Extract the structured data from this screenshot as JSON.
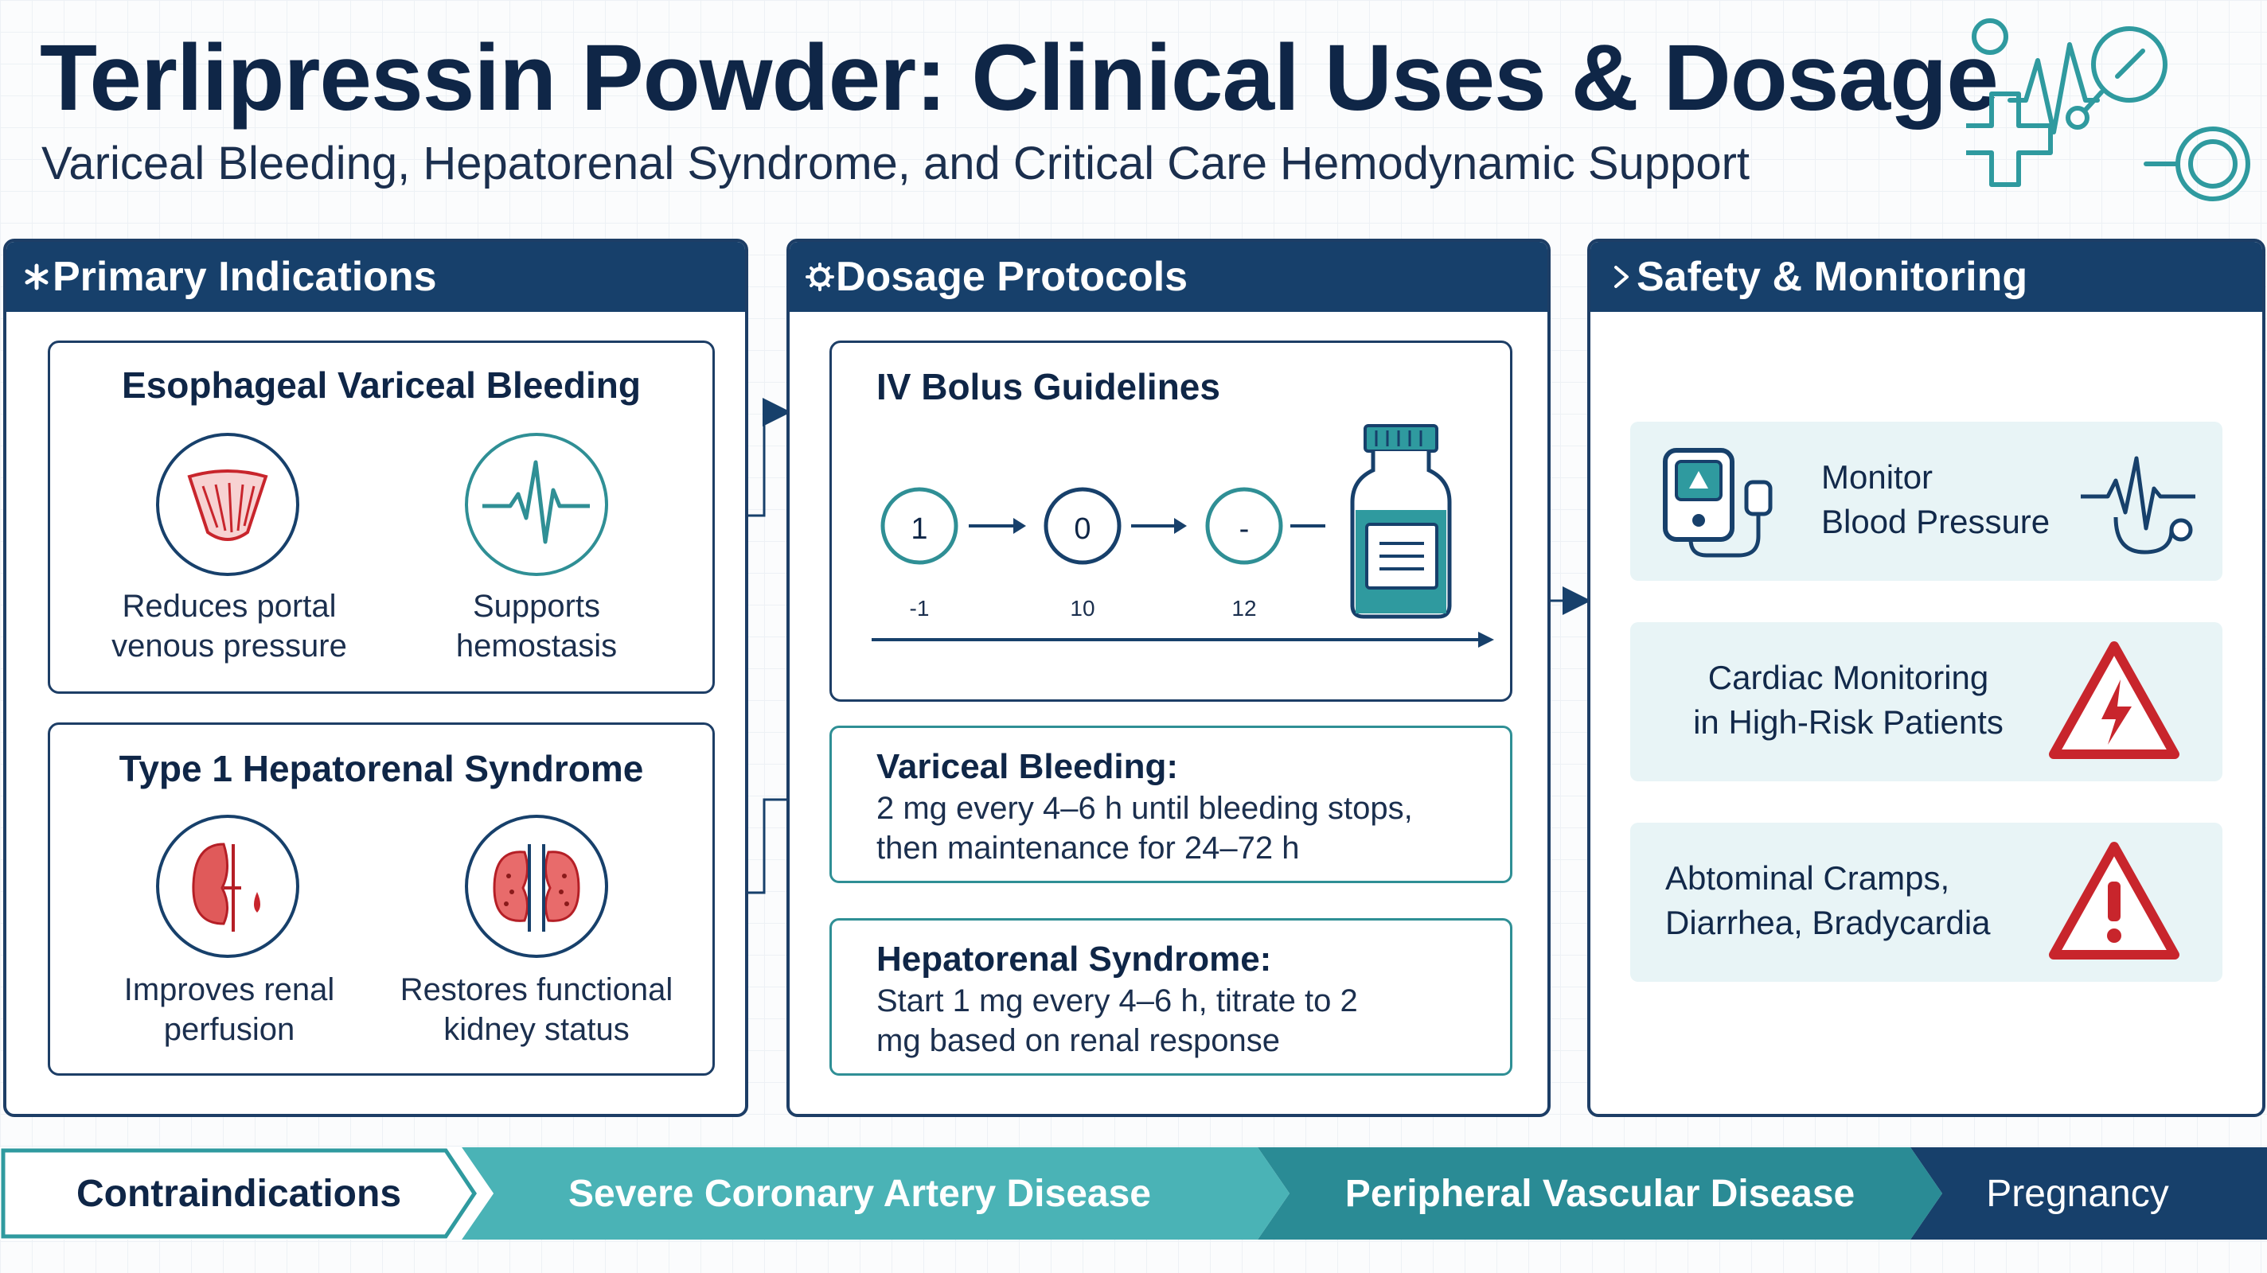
{
  "header": {
    "title": "Terlipressin Powder: Clinical Uses & Dosage",
    "subtitle": "Variceal Bleeding, Hepatorenal Syndrome, and Critical Care Hemodynamic Support"
  },
  "panels": {
    "indications": {
      "title": "Primary Indications",
      "cards": [
        {
          "title": "Esophageal Variceal Bleeding",
          "items": [
            {
              "icon": "esophagus-icon",
              "caption_line1": "Reduces portal",
              "caption_line2": "venous pressure"
            },
            {
              "icon": "heartbeat-icon",
              "caption_line1": "Supports",
              "caption_line2": "hemostasis"
            }
          ]
        },
        {
          "title": "Type 1 Hepatorenal Syndrome",
          "items": [
            {
              "icon": "kidney-drop-icon",
              "caption_line1": "Improves renal",
              "caption_line2": "perfusion"
            },
            {
              "icon": "kidneys-icon",
              "caption_line1": "Restores functional",
              "caption_line2": "kidney status"
            }
          ]
        }
      ]
    },
    "dosage": {
      "title": "Dosage Protocols",
      "bolus": {
        "title": "IV Bolus Guidelines",
        "steps": [
          {
            "label": "1",
            "sub": "-1"
          },
          {
            "label": "0",
            "sub": "10"
          },
          {
            "label": "-",
            "sub": "12"
          }
        ]
      },
      "variceal": {
        "title": "Variceal Bleeding:",
        "line1": "2 mg every 4–6 h until bleeding stops,",
        "line2": "then maintenance for 24–72 h"
      },
      "hepatorenal": {
        "title": "Hepatorenal Syndrome:",
        "line1": "Start 1 mg every 4–6 h, titrate to 2",
        "line2": "mg based on renal response"
      }
    },
    "safety": {
      "title": "Safety & Monitoring",
      "tiles": [
        {
          "icon": "bp-monitor-icon",
          "line1": "Monitor",
          "line2": "Blood Pressure"
        },
        {
          "icon": "warning-lightning-icon",
          "line1": "Cardiac Monitoring",
          "line2": "in High-Risk Patients"
        },
        {
          "icon": "warning-exclamation-icon",
          "line1": "Abtominal Cramps,",
          "line2": "Diarrhea, Bradycardia"
        }
      ]
    }
  },
  "banner": {
    "items": [
      "Contraindications",
      "Severe Coronary Artery Disease",
      "Peripheral Vascular Disease",
      "Pregnancy"
    ]
  },
  "colors": {
    "navy": "#17406b",
    "teal": "#2f8f95",
    "red": "#c8252c",
    "tile_bg": "#e8f4f6"
  }
}
